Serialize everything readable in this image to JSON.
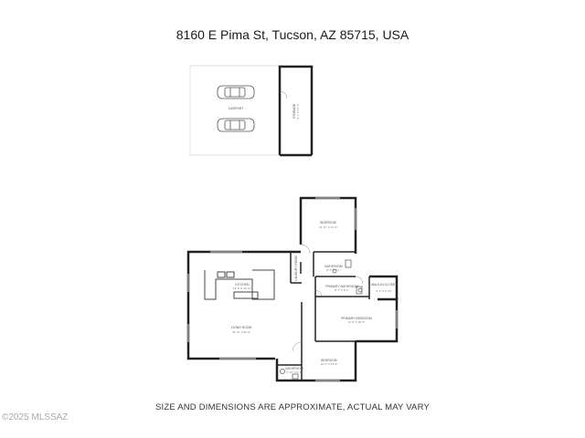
{
  "address": "8160 E Pima St, Tucson, AZ 85715, USA",
  "disclaimer": "SIZE AND DIMENSIONS ARE APPROXIMATE, ACTUAL MAY VARY",
  "watermark": "©2025 MLSSAZ",
  "rooms": {
    "carport": {
      "name": "CARPORT",
      "dims": ""
    },
    "storage": {
      "name": "STORAGE",
      "dims": "5' 3\" X 13' 3\""
    },
    "bedroom_top": {
      "name": "BEDROOM",
      "dims": "13' 11\" X 13' 4\""
    },
    "bathroom_mid": {
      "name": "BATHROOM",
      "dims": "8' 7\" X 5' 1\""
    },
    "laundry": {
      "name": "LAUNDRY ROOM",
      "dims": ""
    },
    "kitchen": {
      "name": "KITCHEN",
      "dims": "18' 9\" X 10' 11\""
    },
    "primary_bathroom": {
      "name": "PRIMARY BATHROOM",
      "dims": "8' 7\" X 5' 1\""
    },
    "wic": {
      "name": "WALK-IN CLOSET",
      "dims": "5' 4\" X 5' 10\""
    },
    "primary_bedroom": {
      "name": "PRIMARY BEDROOM",
      "dims": "11' 9\" X 20' 5\""
    },
    "living_room": {
      "name": "LIVING ROOM",
      "dims": "31' 11\" X 32' 9\""
    },
    "bedroom_bottom": {
      "name": "BEDROOM",
      "dims": "10' 2\" X 13' 9\""
    },
    "bathroom_bottom": {
      "name": "BATHROOM",
      "dims": "5' 10\" X 3' 4\""
    }
  }
}
